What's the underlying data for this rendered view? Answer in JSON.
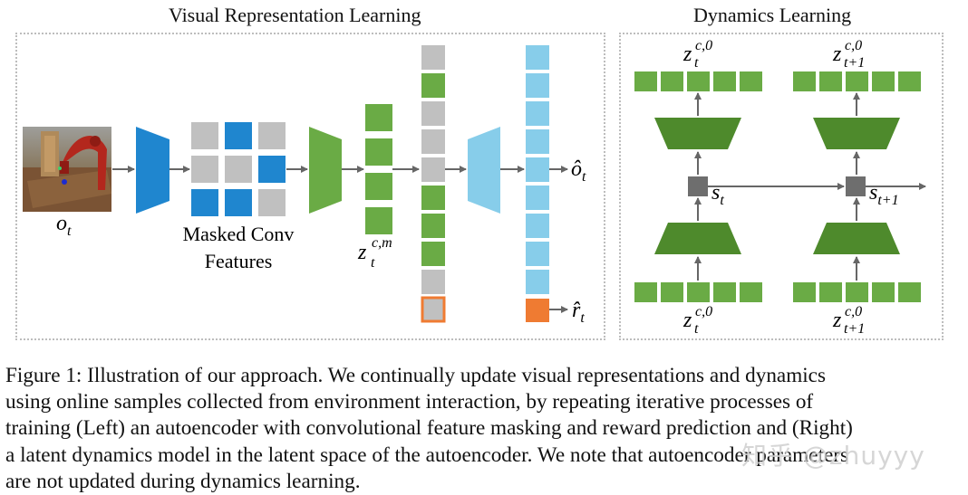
{
  "figure": {
    "left_title": "Visual Representation Learning",
    "right_title": "Dynamics Learning",
    "labels": {
      "observation": "o",
      "observation_sub": "t",
      "masked_line1": "Masked Conv",
      "masked_line2": "Features",
      "zcm_main": "z",
      "zcm_sup": "c,m",
      "zcm_sub": "t",
      "ohat_main": "ô",
      "ohat_sub": "t",
      "rhat_main": "r̂",
      "rhat_sub": "t",
      "z_main": "z",
      "z_sup": "c,0",
      "z_sub_t": "t",
      "z_sub_t1": "t+1",
      "s_main": "s",
      "s_sub_t": "t",
      "s_sub_t1": "t+1"
    },
    "colors": {
      "blue": "#1f86cf",
      "green": "#6aab45",
      "dark_green": "#4e8a2c",
      "light_blue": "#87cdea",
      "gray": "#c0c0c0",
      "dark_gray": "#6e6e6e",
      "orange": "#ef7b32",
      "arrow": "#666666"
    }
  },
  "caption": {
    "line1": "Figure 1: Illustration of our approach. We continually update visual representations and dynamics",
    "line2": "using online samples collected from environment interaction, by repeating iterative processes of",
    "line3": "training (Left) an autoencoder with convolutional feature masking and reward prediction and (Right)",
    "line4": "a latent dynamics model in the latent space of the autoencoder. We note that autoencoder parameters",
    "line5": "are not updated during dynamics learning."
  },
  "watermark": "知乎 @zhuyyy"
}
